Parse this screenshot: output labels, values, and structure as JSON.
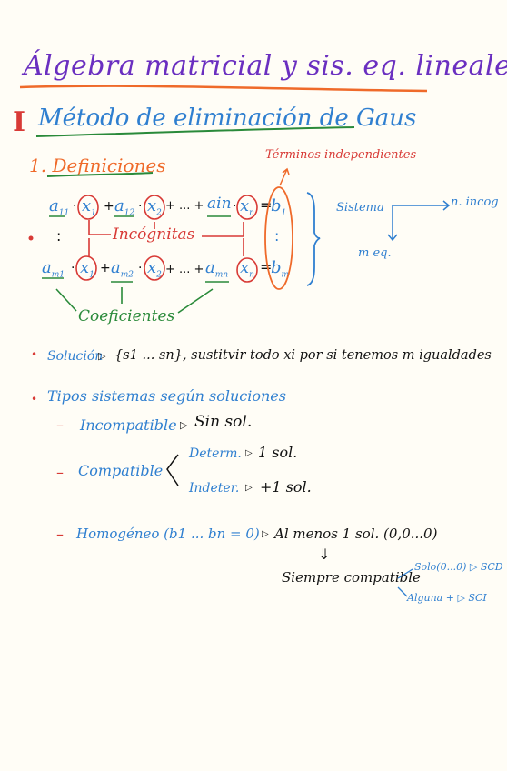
{
  "title": "Álgebra matricial y sis. eq. lineales",
  "section": {
    "numeral": "I",
    "title": "Método de eliminación de Gaus"
  },
  "definitions": {
    "heading": "1. Definiciones",
    "terms_label": "Términos independientes",
    "row1": {
      "a1": "a",
      "sub1": "11",
      "x1": "x",
      "xs1": "1",
      "a2": "a",
      "sub2": "12",
      "x2": "x",
      "xs2": "2",
      "dots": "+ ... +",
      "an": "ain",
      "xn": "x",
      "xsn": "n",
      "b": "b",
      "bsub": "1"
    },
    "vdots_left": ":",
    "incognitas": "Incógnitas",
    "vdots_b": ":",
    "rowm": {
      "a1": "a",
      "sub1": "m1",
      "a2": "a",
      "sub2": "m2",
      "dots": "+ ... +",
      "an": "a",
      "subn": "mn",
      "b": "b",
      "bsub": "m"
    },
    "coeficientes": "Coeficientes",
    "sistema": "Sistema",
    "n_incog": "n. incog",
    "m_eq": "m eq."
  },
  "solution": {
    "label": "Solución",
    "text": "{s1 ... sn}, sustitvir todo xi por si tenemos m igualdades"
  },
  "types": {
    "heading": "Tipos sistemas según soluciones",
    "incompatible": "Incompatible",
    "incompatible_result": "Sin sol.",
    "compatible": "Compatible",
    "determ": "Determ.",
    "determ_result": "1 sol.",
    "indeter": "Indeter.",
    "indeter_result": "+1 sol.",
    "homogeneo": "Homogéneo (b1 ... bn = 0)",
    "homogeneo_result": "Al menos 1 sol. (0,0...0)",
    "siempre": "Siempre compatible",
    "solo": "Solo(0...0)",
    "scd": "SCD",
    "alguna": "Alguna +",
    "sci": "SCI"
  },
  "colors": {
    "purple": "#6a2fc0",
    "blue": "#2f7fd0",
    "red": "#d83a36",
    "orange": "#ef6a2a",
    "green": "#2a8a3a",
    "black": "#111111"
  }
}
